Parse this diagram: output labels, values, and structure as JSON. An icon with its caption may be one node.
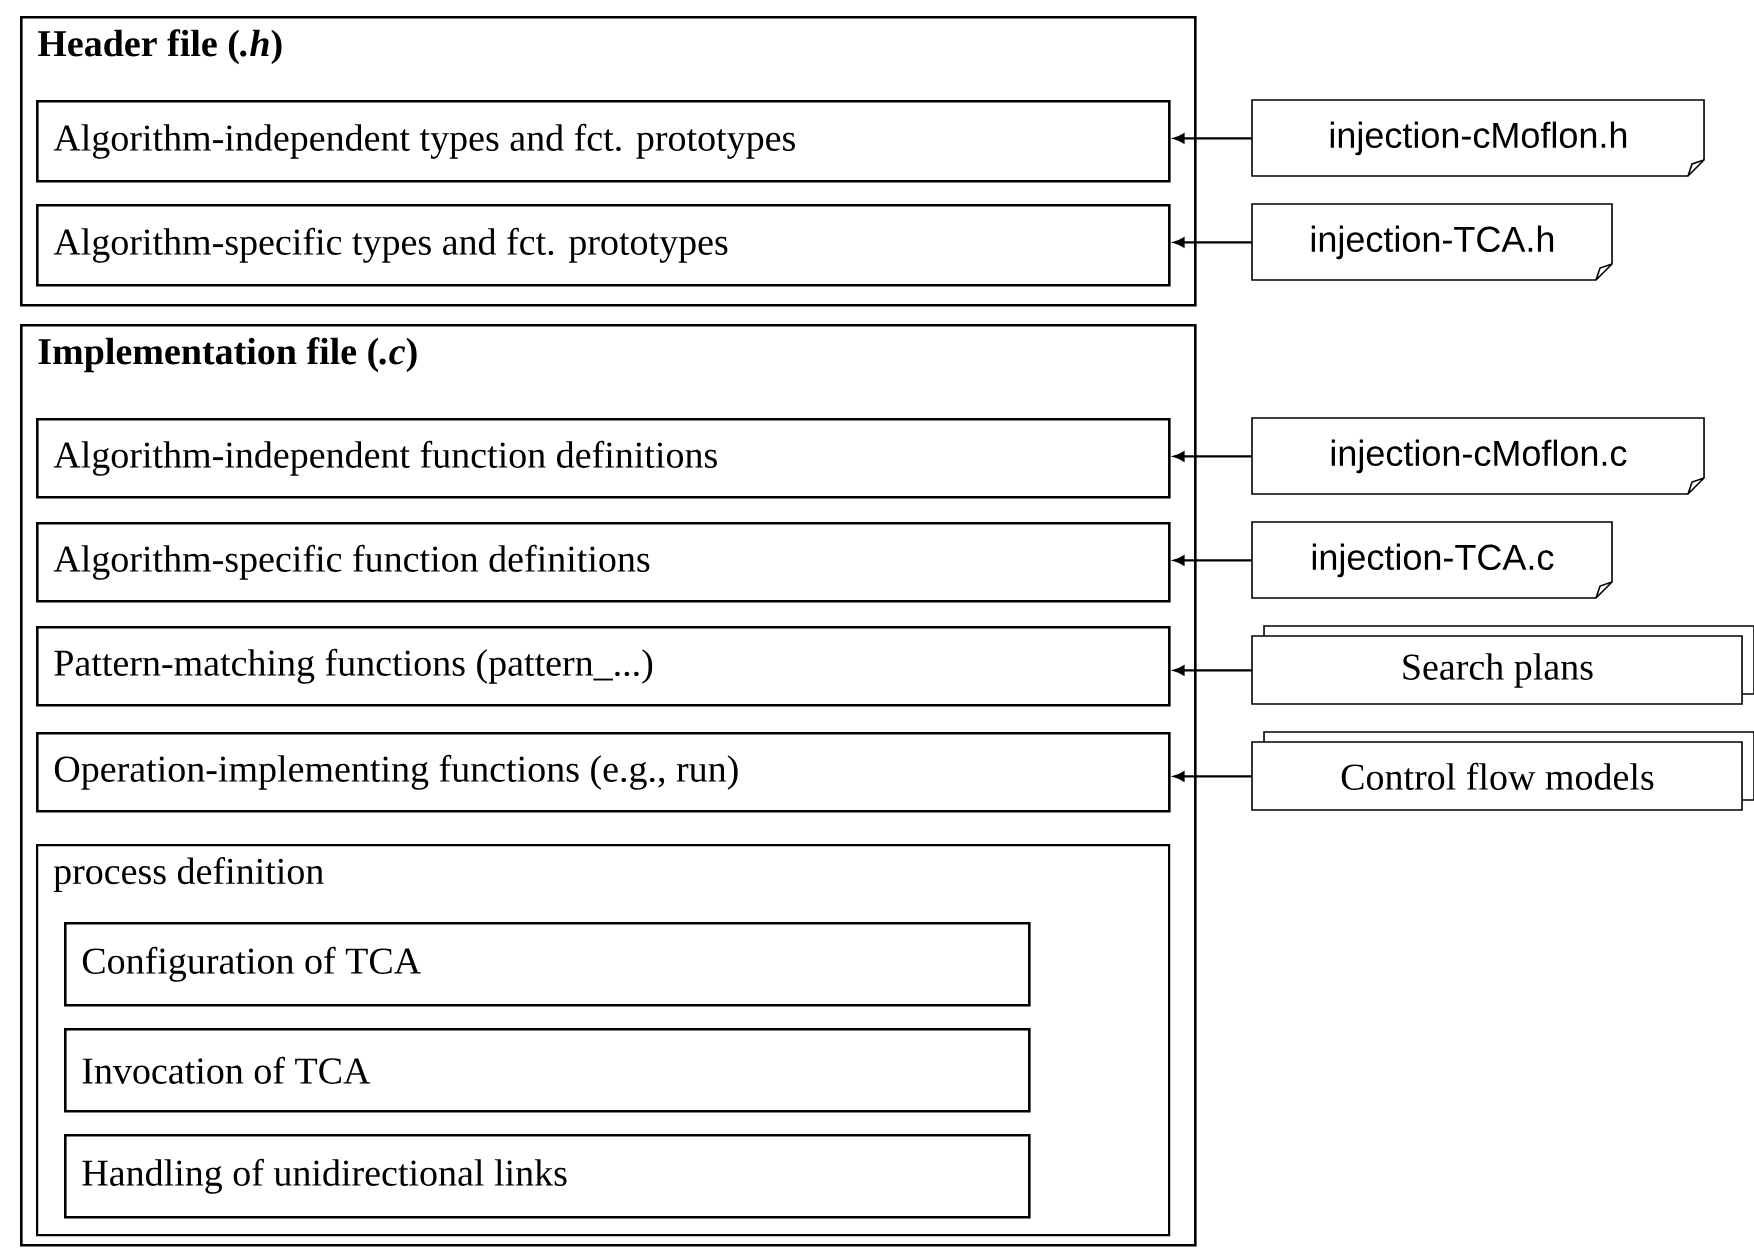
{
  "diagram": {
    "nodes": [
      {
        "text": [
          "Header file (*.h*)"
        ]
      },
      {
        "text": [
          "Algorithm-independent types and fct. prototypes"
        ],
        "in": 0
      },
      {
        "text": [
          "Algorithm-specific types and fct. prototypes"
        ],
        "in": 0
      },
      {
        "text": [
          "Implementation file (*.c*)"
        ]
      },
      {
        "text": [
          "Algorithm-independent function definitions"
        ],
        "in": 3
      },
      {
        "text": [
          "Algorithm-specific function definitions"
        ],
        "in": 3
      },
      {
        "text": [
          "Pattern-matching functions (pattern_...)"
        ],
        "in": 3
      },
      {
        "text": [
          "Operation-implementing functions (e.g., run)"
        ],
        "in": 3
      },
      {
        "text": [
          "process definition"
        ],
        "in": 3
      },
      {
        "text": [
          "Configuration of TCA"
        ],
        "in": 8
      },
      {
        "text": [
          "Invocation of TCA"
        ],
        "in": 8
      },
      {
        "text": [
          "Handling of unidirectional links"
        ],
        "in": 8
      },
      {
        "text": [
          "injection-cMoflon.h"
        ]
      },
      {
        "text": [
          "injection-TCA.h"
        ]
      },
      {
        "text": [
          "injection-cMoflon.c"
        ]
      },
      {
        "text": [
          "injection-TCA.c"
        ]
      },
      {
        "text": [
          "Search plans"
        ]
      },
      {
        "text": [
          "Control flow models"
        ]
      }
    ],
    "edges": [
      {
        "from": 12,
        "to": 1,
        "arrow": "to"
      },
      {
        "from": 13,
        "to": 2,
        "arrow": "to"
      },
      {
        "from": 14,
        "to": 4,
        "arrow": "to"
      },
      {
        "from": 15,
        "to": 5,
        "arrow": "to"
      },
      {
        "from": 16,
        "to": 6,
        "arrow": "to"
      },
      {
        "from": 17,
        "to": 7,
        "arrow": "to"
      }
    ]
  }
}
